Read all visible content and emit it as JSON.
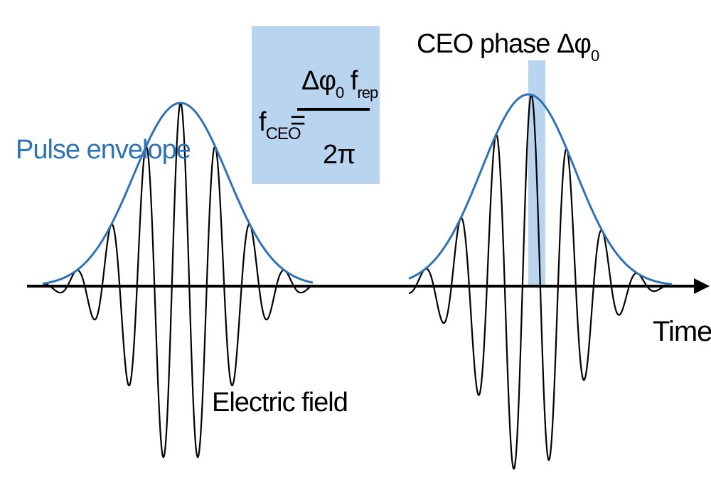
{
  "labels": {
    "pulse_envelope": "Pulse envelope",
    "electric_field": "Electric field",
    "time": "Time",
    "ceo_phase": "CEO phase Δφ",
    "ceo_phase_sub": "0"
  },
  "formula": {
    "lhs_main": "f",
    "lhs_sub": "CEO",
    "equals": "=",
    "num_delta_phi": "Δφ",
    "num_phi_sub": "0",
    "num_f": " f",
    "num_f_sub": "rep",
    "denominator": "2π"
  },
  "colors": {
    "envelope": "#2f73b5",
    "field": "#000000",
    "highlight": "#b8d4ee",
    "axis": "#000000"
  },
  "diagram": {
    "pulses": 2,
    "second_pulse_phase_shift": "CEO phase highlighted",
    "arrow": "time axis points right"
  }
}
